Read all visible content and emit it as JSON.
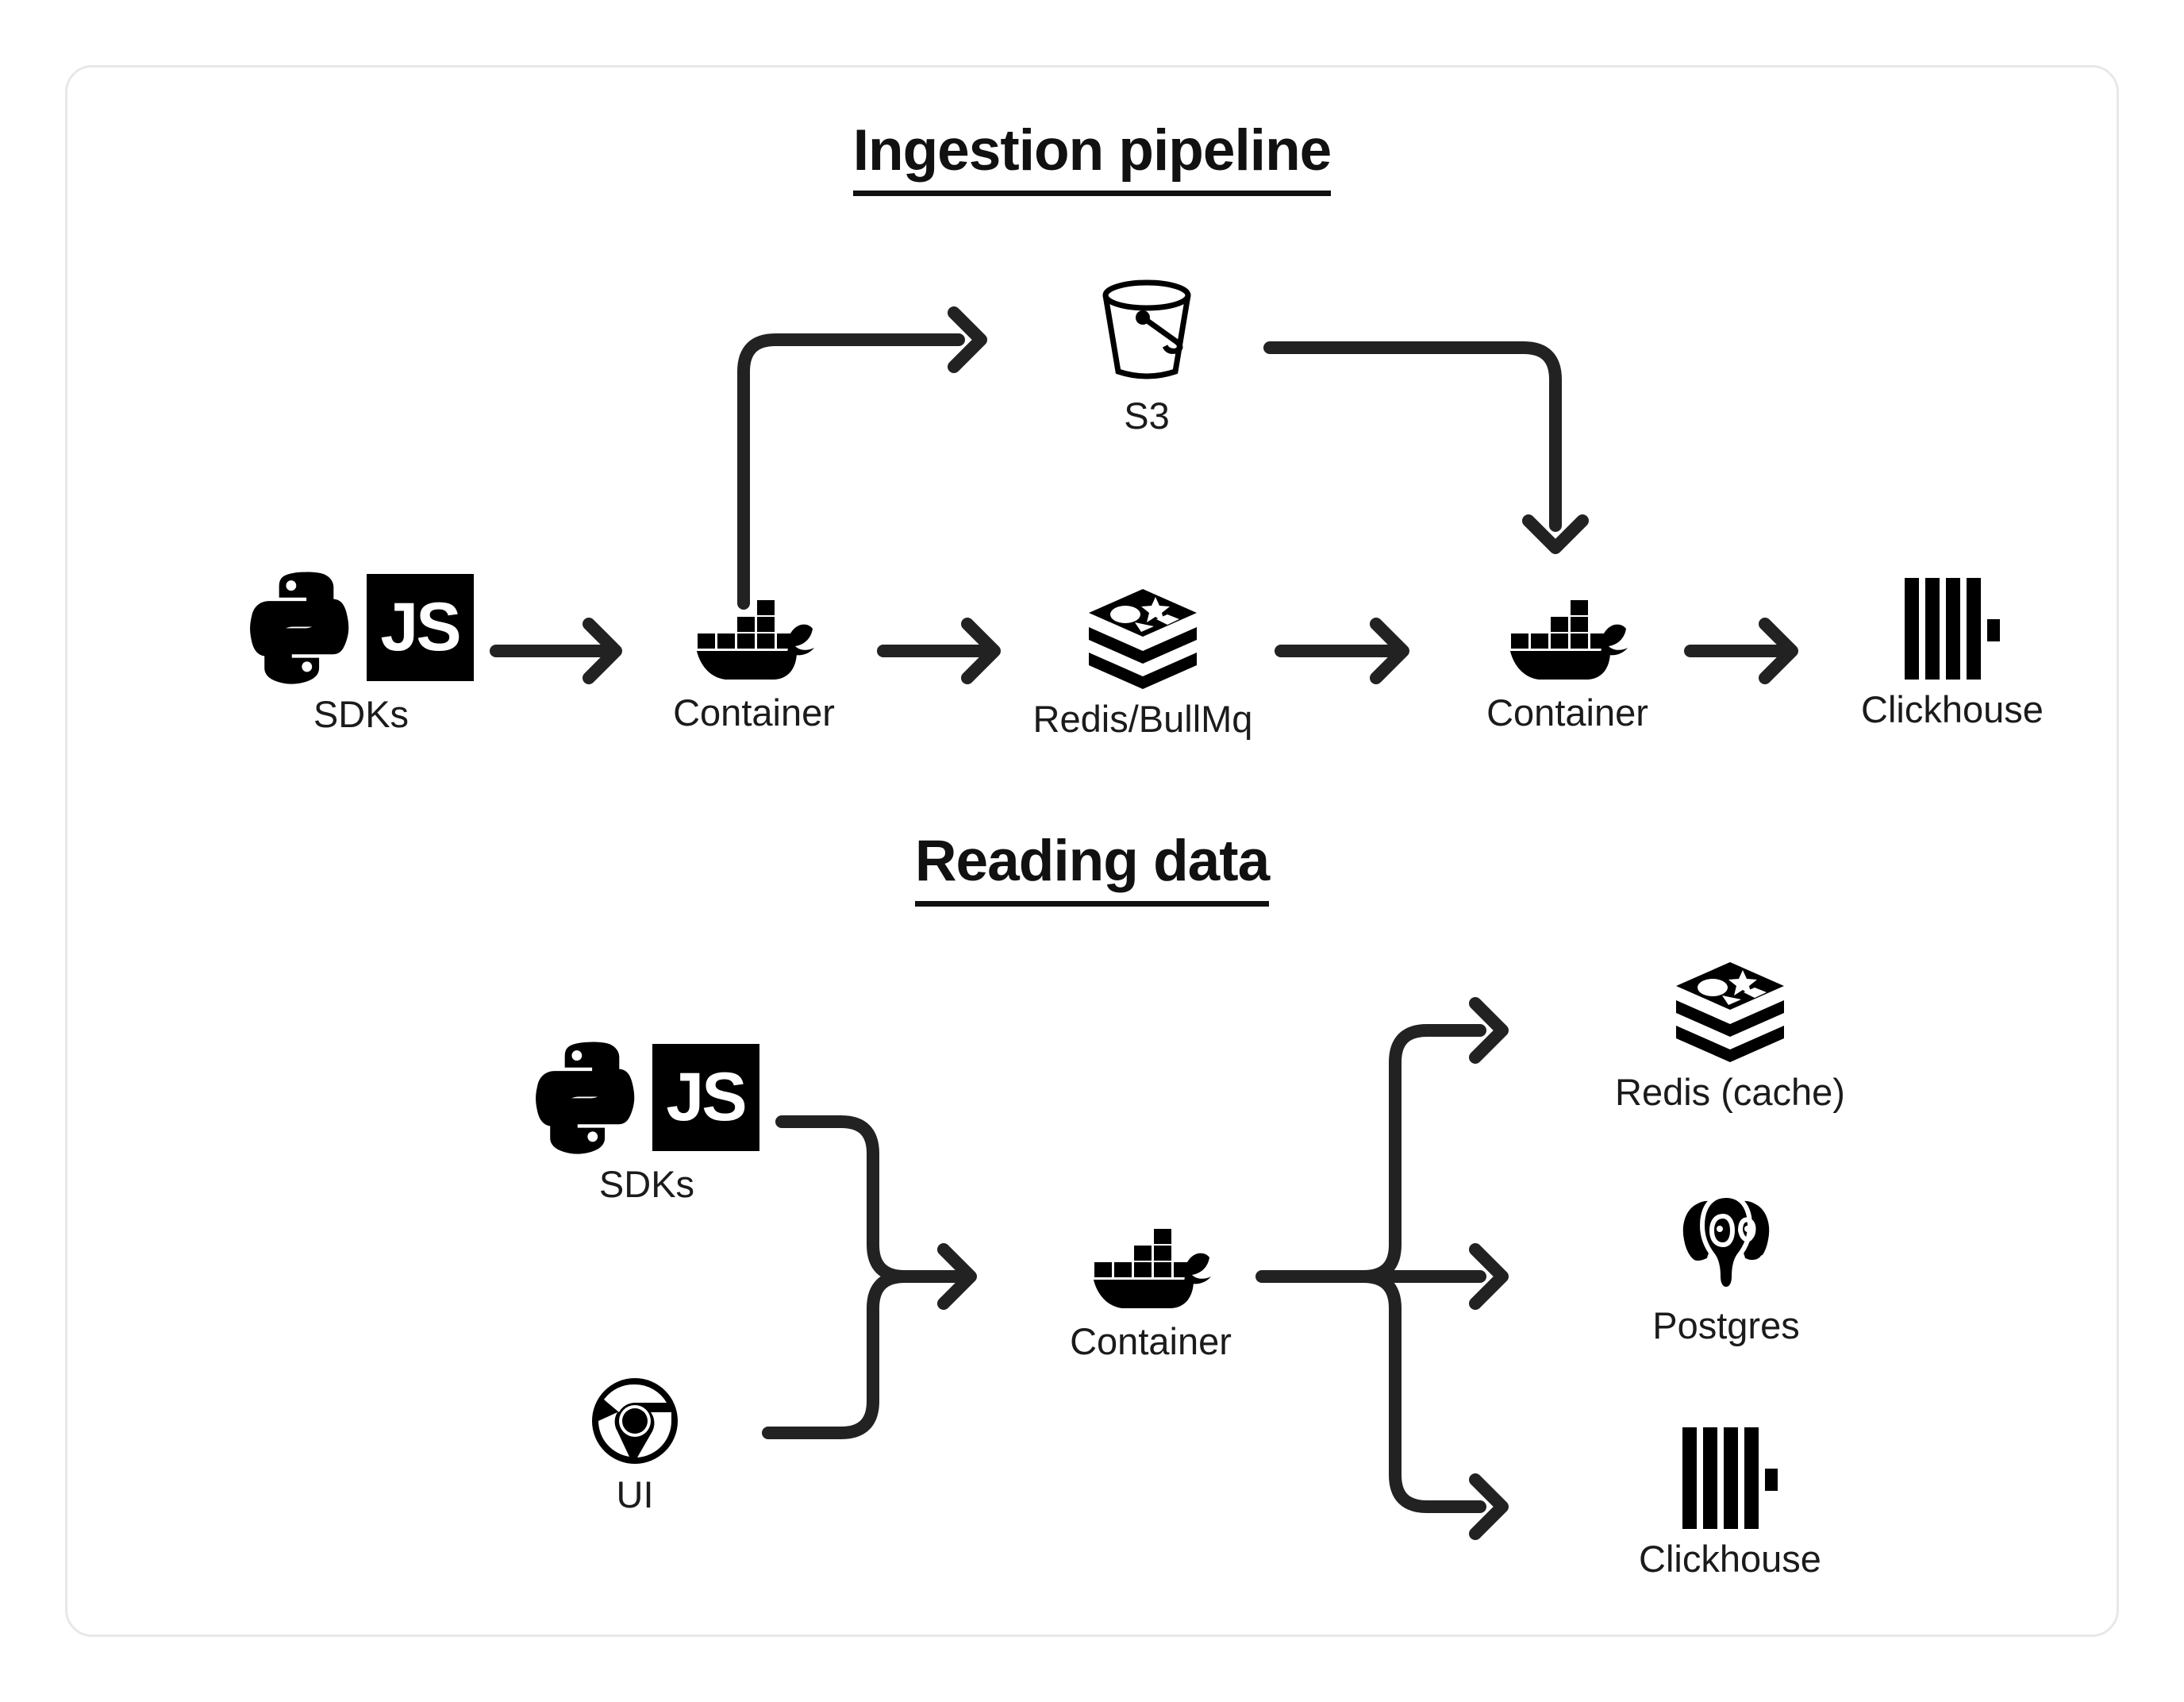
{
  "card": {
    "background": "#ffffff",
    "border_color": "#e8e8e8"
  },
  "colors": {
    "ink": "#111111",
    "caption": "#1b1b1b",
    "wire": "#222222",
    "icon": "#000000",
    "card_border": "#e8e8e8"
  },
  "sections": [
    {
      "id": "ingestion",
      "title": "Ingestion pipeline"
    },
    {
      "id": "reading",
      "title": "Reading data"
    }
  ],
  "ingestion": {
    "title": "Ingestion pipeline",
    "nodes": [
      {
        "id": "sdks",
        "icon": "python-js-sdk-icon",
        "label": "SDKs"
      },
      {
        "id": "container1",
        "icon": "docker-whale-icon",
        "label": "Container"
      },
      {
        "id": "s3",
        "icon": "s3-bucket-icon",
        "label": "S3"
      },
      {
        "id": "redis",
        "icon": "redis-stack-icon",
        "label": "Redis/BullMq"
      },
      {
        "id": "container2",
        "icon": "docker-whale-icon",
        "label": "Container"
      },
      {
        "id": "clickhouse",
        "icon": "clickhouse-bars-icon",
        "label": "Clickhouse"
      }
    ],
    "edges": [
      {
        "from": "sdks",
        "to": "container1",
        "style": "straight-arrow"
      },
      {
        "from": "container1",
        "to": "s3",
        "style": "elbow-up-right-arrow"
      },
      {
        "from": "container1",
        "to": "redis",
        "style": "straight-arrow"
      },
      {
        "from": "s3",
        "to": "container2",
        "style": "elbow-right-down-arrow"
      },
      {
        "from": "redis",
        "to": "container2",
        "style": "straight-arrow"
      },
      {
        "from": "container2",
        "to": "clickhouse",
        "style": "straight-arrow"
      }
    ]
  },
  "reading": {
    "title": "Reading data",
    "nodes": [
      {
        "id": "sdks",
        "icon": "python-js-sdk-icon",
        "label": "SDKs"
      },
      {
        "id": "ui",
        "icon": "chrome-browser-icon",
        "label": "UI"
      },
      {
        "id": "container",
        "icon": "docker-whale-icon",
        "label": "Container"
      },
      {
        "id": "redis",
        "icon": "redis-stack-icon",
        "label": "Redis (cache)"
      },
      {
        "id": "postgres",
        "icon": "postgres-elephant-icon",
        "label": "Postgres"
      },
      {
        "id": "clickhouse",
        "icon": "clickhouse-bars-icon",
        "label": "Clickhouse"
      }
    ],
    "edges": [
      {
        "from": "sdks",
        "to": "container",
        "style": "merge-from-top"
      },
      {
        "from": "ui",
        "to": "container",
        "style": "merge-from-bottom"
      },
      {
        "from": "container",
        "to": "redis",
        "style": "fanout-up-arrow"
      },
      {
        "from": "container",
        "to": "postgres",
        "style": "fanout-straight-arrow"
      },
      {
        "from": "container",
        "to": "clickhouse",
        "style": "fanout-down-arrow"
      }
    ]
  },
  "icons": {
    "js_label": "JS"
  }
}
